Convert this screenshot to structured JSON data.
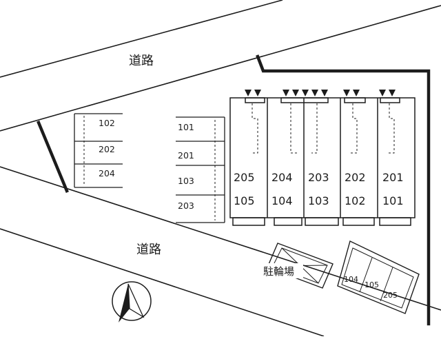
{
  "roads": {
    "top_label": "道路",
    "bottom_label": "道路"
  },
  "parking_left": [
    "102",
    "202",
    "204"
  ],
  "parking_middle": [
    "101",
    "201",
    "103",
    "203"
  ],
  "building": {
    "units_upper": [
      "205",
      "204",
      "203",
      "202",
      "201"
    ],
    "units_lower": [
      "105",
      "104",
      "103",
      "102",
      "101"
    ]
  },
  "bicycle_area": {
    "label": "駐輪場",
    "spaces": [
      "104",
      "105",
      "205"
    ]
  },
  "compass": {
    "icon": "north-arrow-icon"
  },
  "colors": {
    "line": "#1c1c1c",
    "background": "#ffffff"
  }
}
